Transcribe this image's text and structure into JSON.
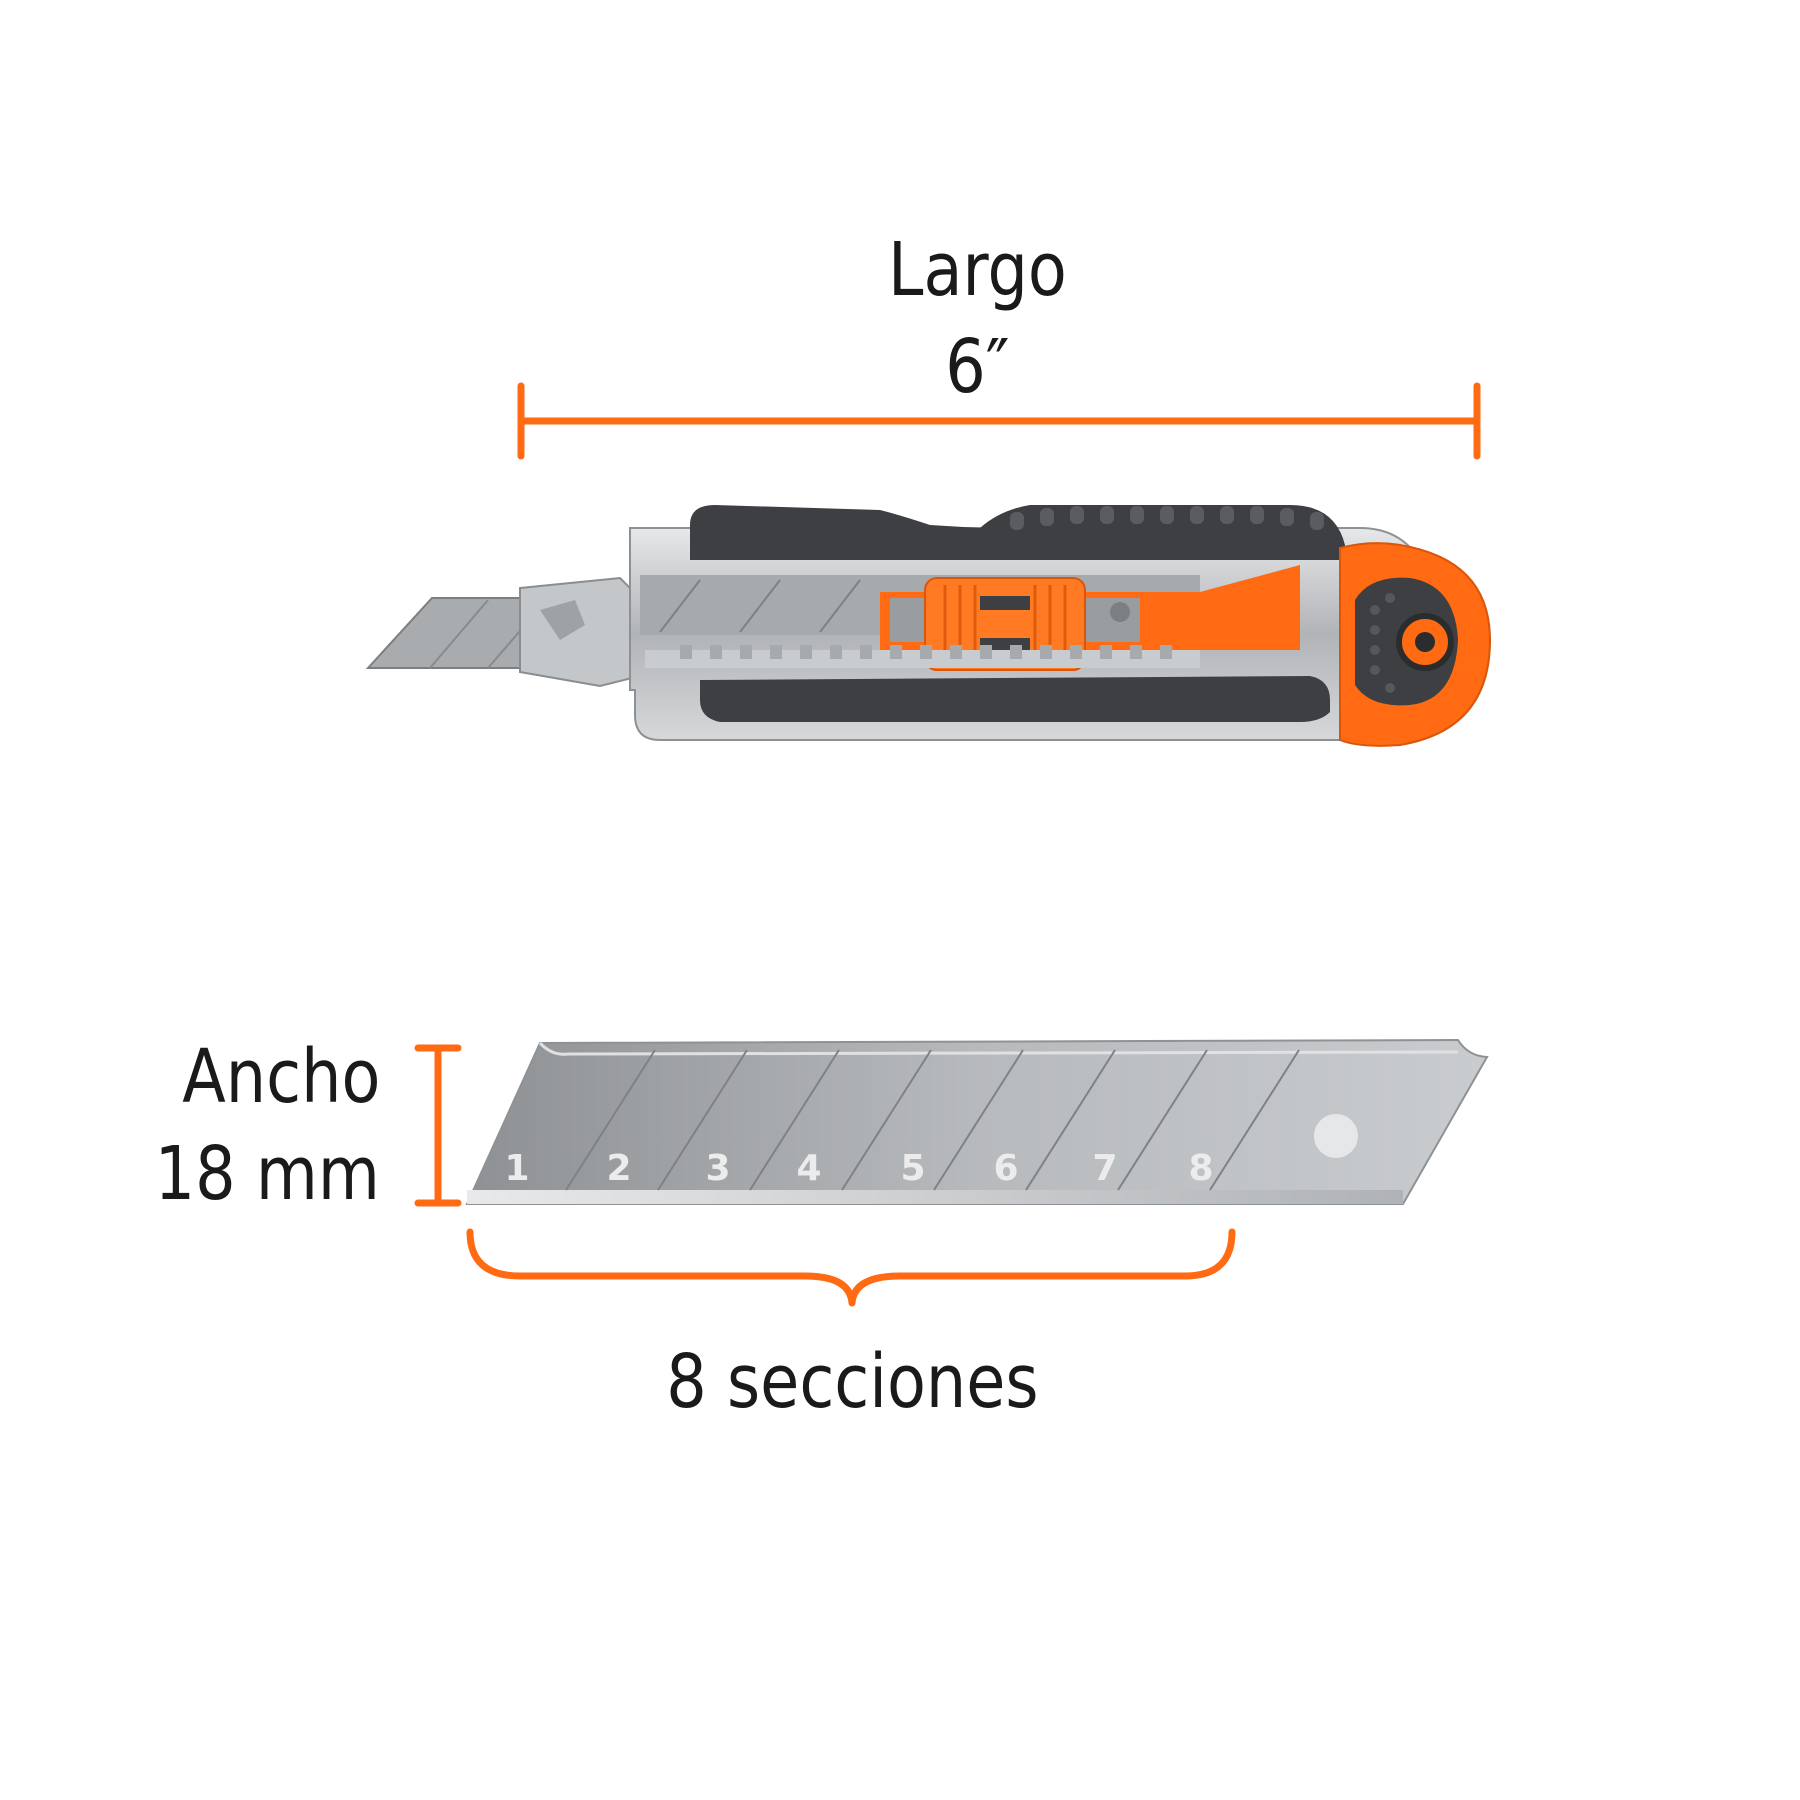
{
  "length": {
    "label": "Largo",
    "value": "6″"
  },
  "width": {
    "label": "Ancho",
    "value": "18 mm"
  },
  "blade": {
    "section_numbers": [
      "1",
      "2",
      "3",
      "4",
      "5",
      "6",
      "7",
      "8"
    ],
    "sections_label": "8 secciones"
  },
  "colors": {
    "accent": "#ff6a13",
    "grip": "#3d3f42",
    "metal": "#b9bcbf"
  }
}
